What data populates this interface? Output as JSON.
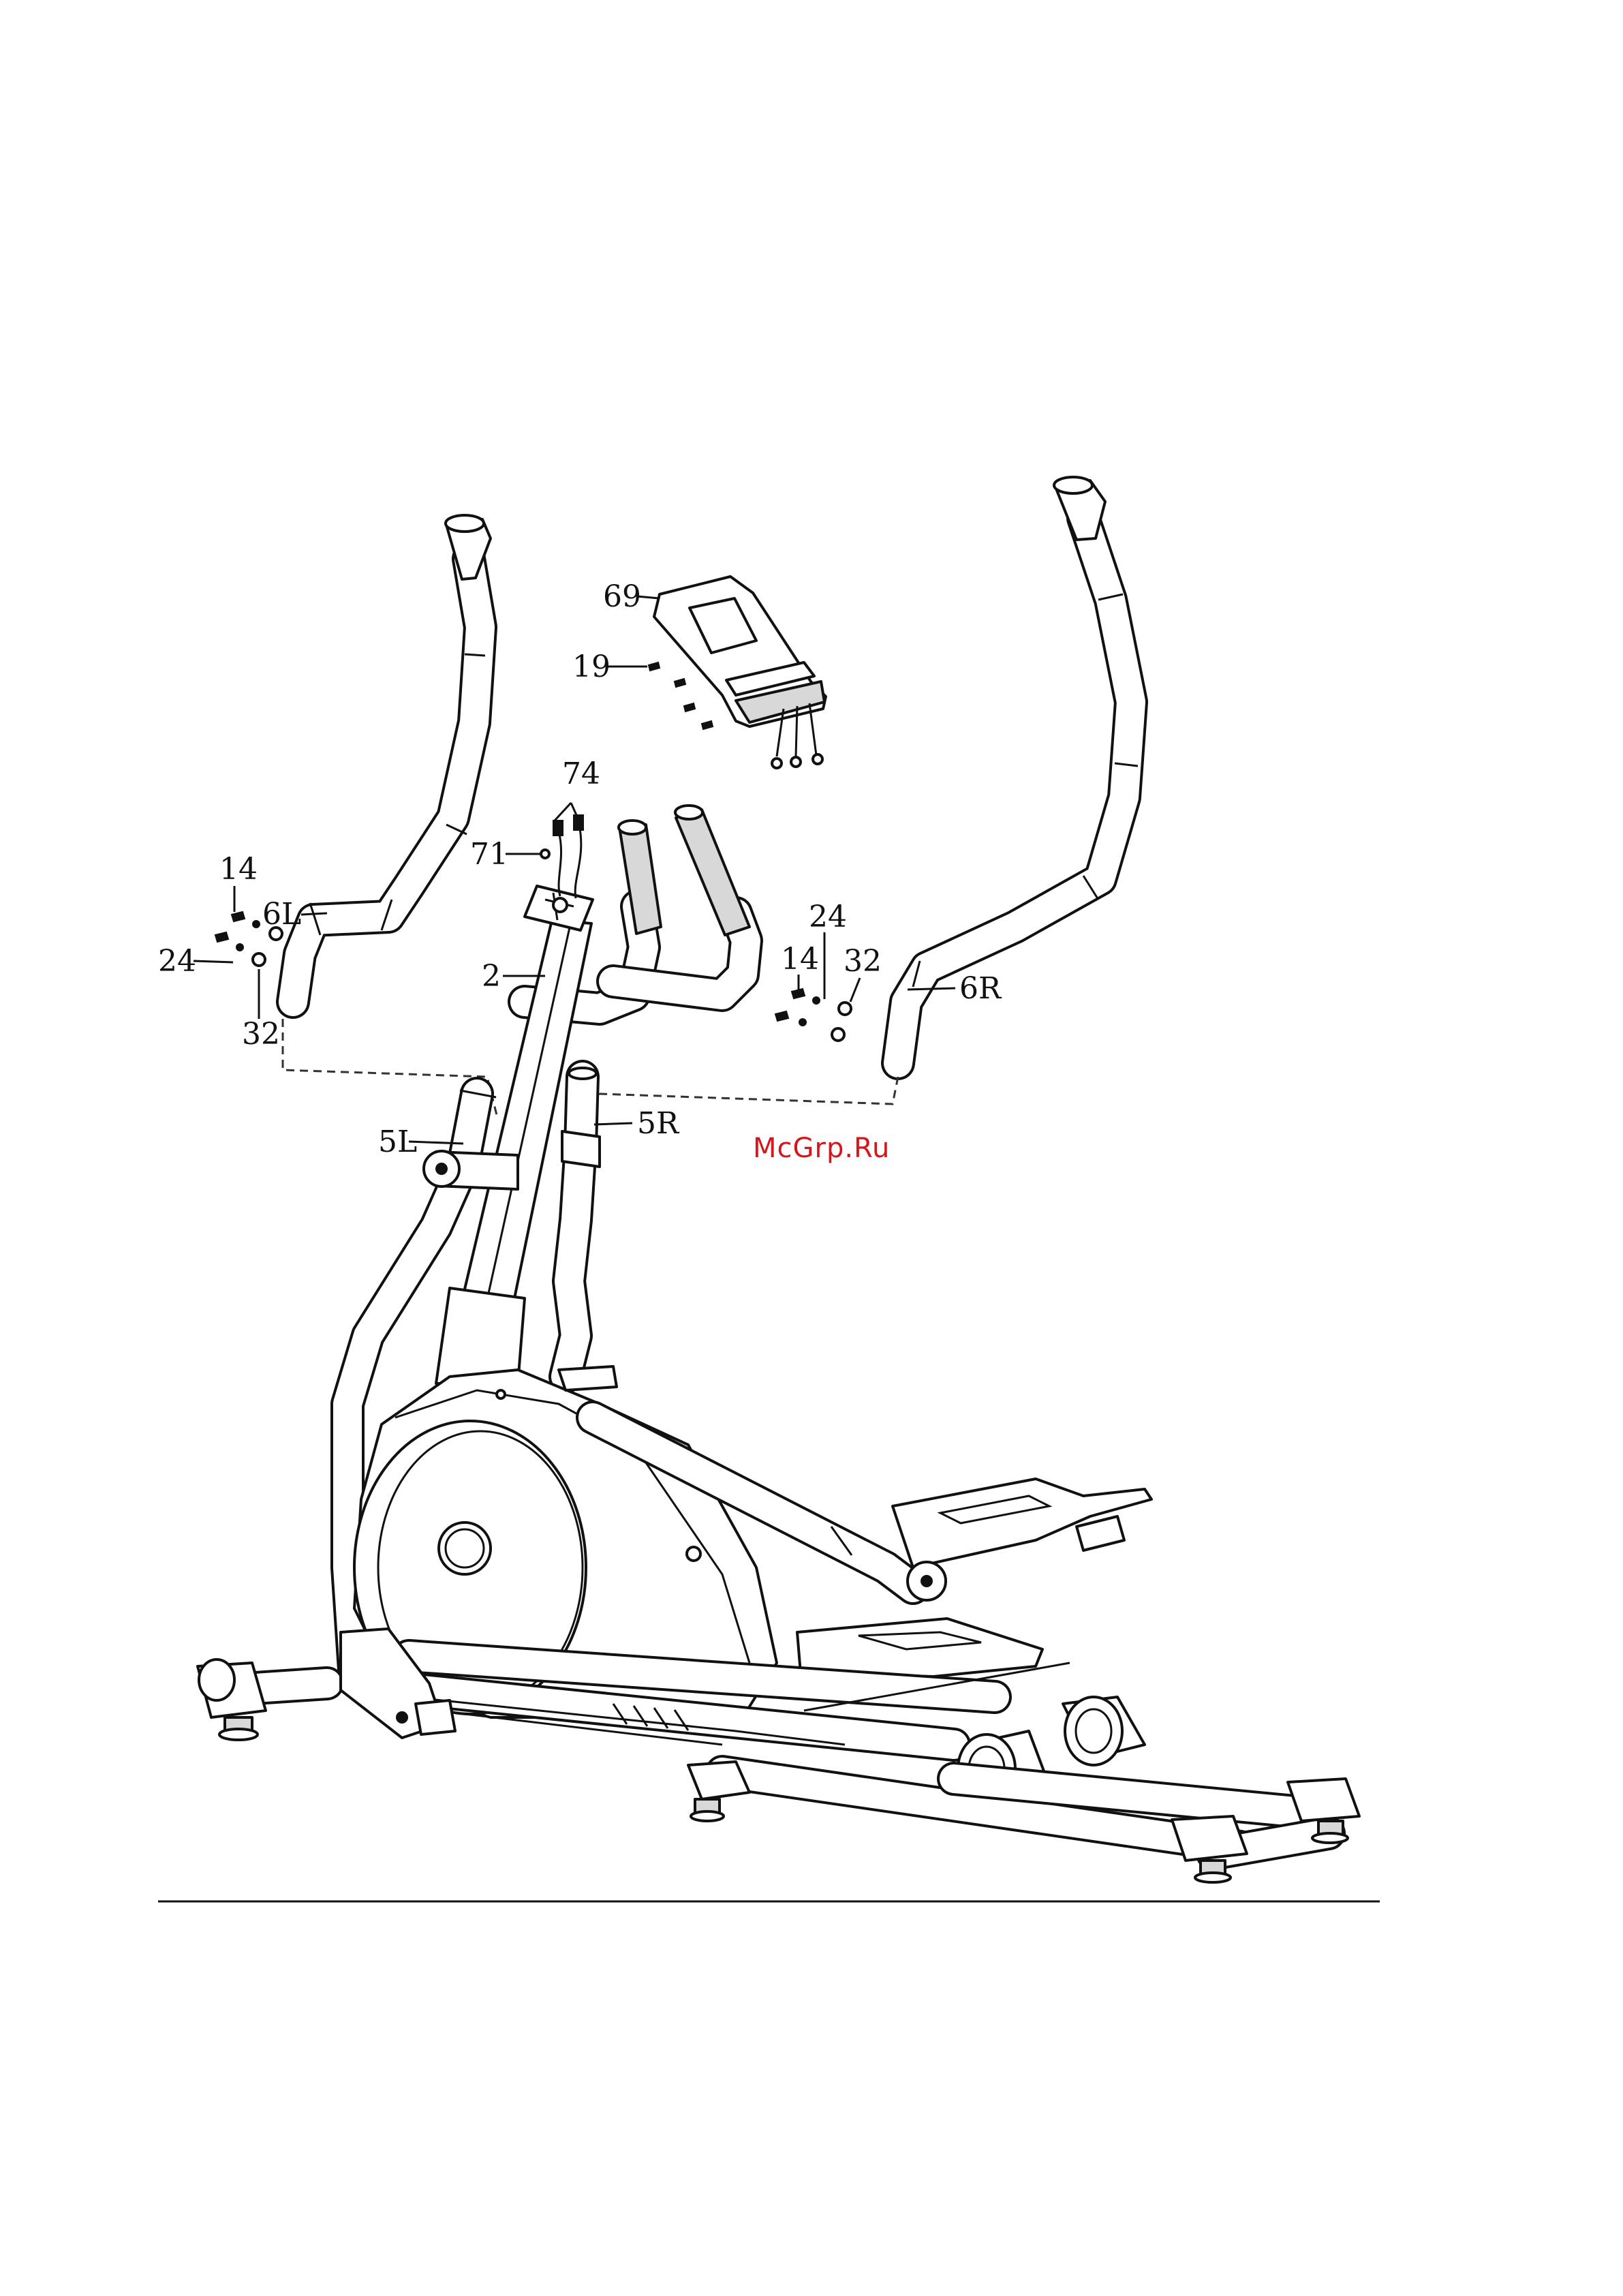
{
  "diagram": {
    "callouts": {
      "display_console": "69",
      "console_screw": "19",
      "wire_connector": "74",
      "bolt_nut": "71",
      "left_bolt": "14",
      "left_arm_upper": "6L",
      "left_spring_washer": "24",
      "left_flat_washer": "32",
      "main_post": "2",
      "right_spring_washer": "24",
      "right_bolt": "14",
      "right_flat_washer": "32",
      "right_arm_upper": "6R",
      "left_arm_lower": "5L",
      "right_arm_lower": "5R"
    },
    "watermark": "McGrp.Ru"
  },
  "colors": {
    "line": "#111111",
    "watermark": "#d6161b",
    "background": "#ffffff"
  }
}
